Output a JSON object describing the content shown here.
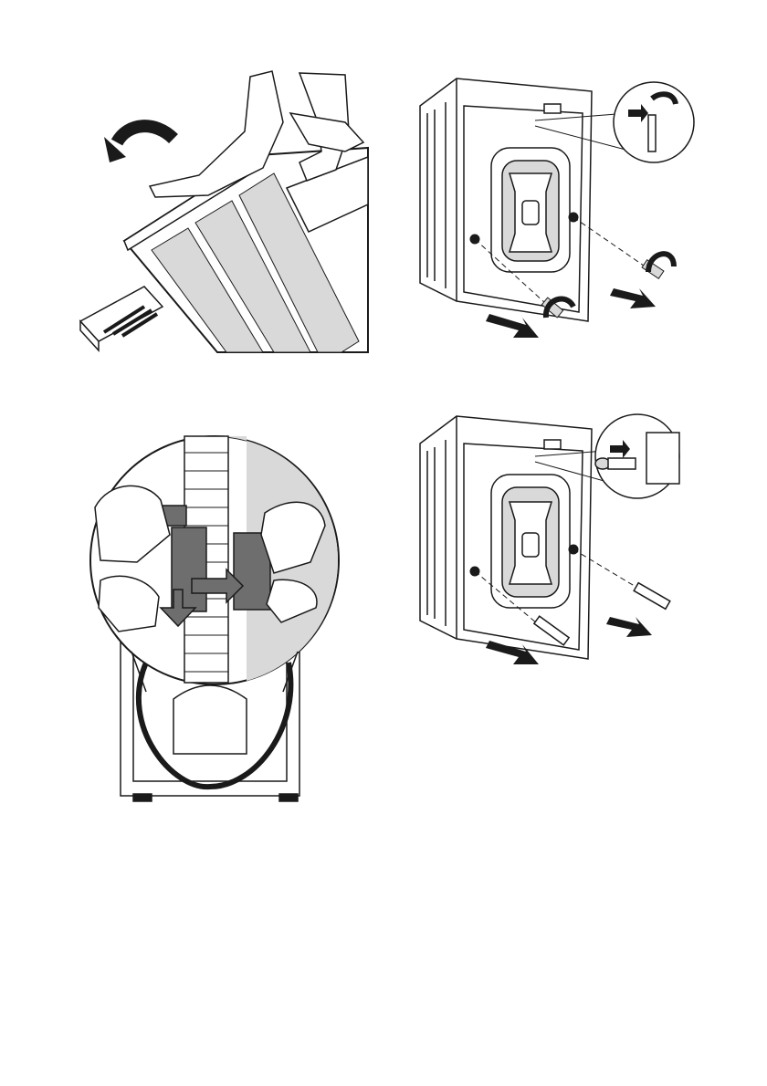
{
  "figures": [
    {
      "id": "tilt-machine",
      "icon": "tilt-arrow-icon"
    },
    {
      "id": "remove-transit-bolts",
      "icon": "unscrew-arrow-icon"
    },
    {
      "id": "release-hose-clip",
      "icon": "clip-release-arrow-icon"
    },
    {
      "id": "insert-plastic-plugs",
      "icon": "insert-arrow-icon"
    }
  ],
  "colors": {
    "line": "#1a1a1a",
    "shade": "#d9d9d9",
    "dark_shade": "#6e6e6e",
    "fill": "#ffffff"
  }
}
